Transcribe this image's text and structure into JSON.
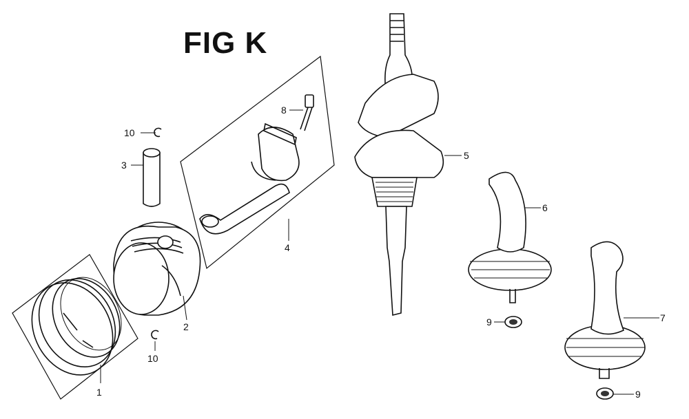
{
  "figure": {
    "title": "FIG K"
  },
  "callouts": [
    {
      "id": "piston-ring-set",
      "label": "1"
    },
    {
      "id": "piston",
      "label": "2"
    },
    {
      "id": "piston-pin",
      "label": "3"
    },
    {
      "id": "connecting-rod-assembly",
      "label": "4"
    },
    {
      "id": "crankshaft",
      "label": "5"
    },
    {
      "id": "governor-shaft-a",
      "label": "6"
    },
    {
      "id": "governor-shaft-b",
      "label": "7"
    },
    {
      "id": "rod-bolt",
      "label": "8"
    },
    {
      "id": "washer-upper",
      "label": "9"
    },
    {
      "id": "washer-lower",
      "label": "9"
    },
    {
      "id": "pin-clip-upper",
      "label": "10"
    },
    {
      "id": "pin-clip-lower",
      "label": "10"
    }
  ]
}
